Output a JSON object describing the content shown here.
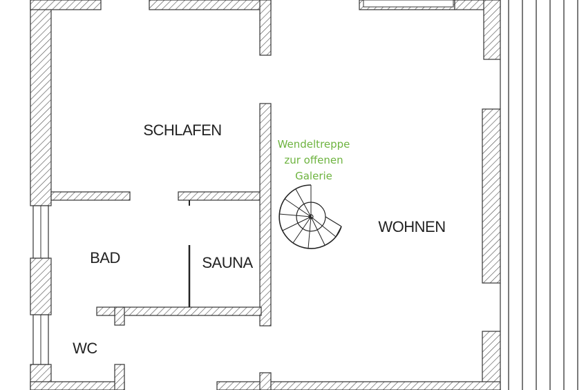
{
  "plan": {
    "rooms": [
      {
        "id": "schlafen",
        "label": "SCHLAFEN"
      },
      {
        "id": "bad",
        "label": "BAD"
      },
      {
        "id": "sauna",
        "label": "SAUNA"
      },
      {
        "id": "wc",
        "label": "WC"
      },
      {
        "id": "wohnen",
        "label": "WOHNEN"
      }
    ],
    "stair_note": [
      "Wendeltreppe",
      "zur offenen",
      "Galerie"
    ],
    "colors": {
      "wall_outline": "#333333",
      "hatch": "#555555",
      "note_text": "#6db33f",
      "background": "#ffffff"
    }
  }
}
